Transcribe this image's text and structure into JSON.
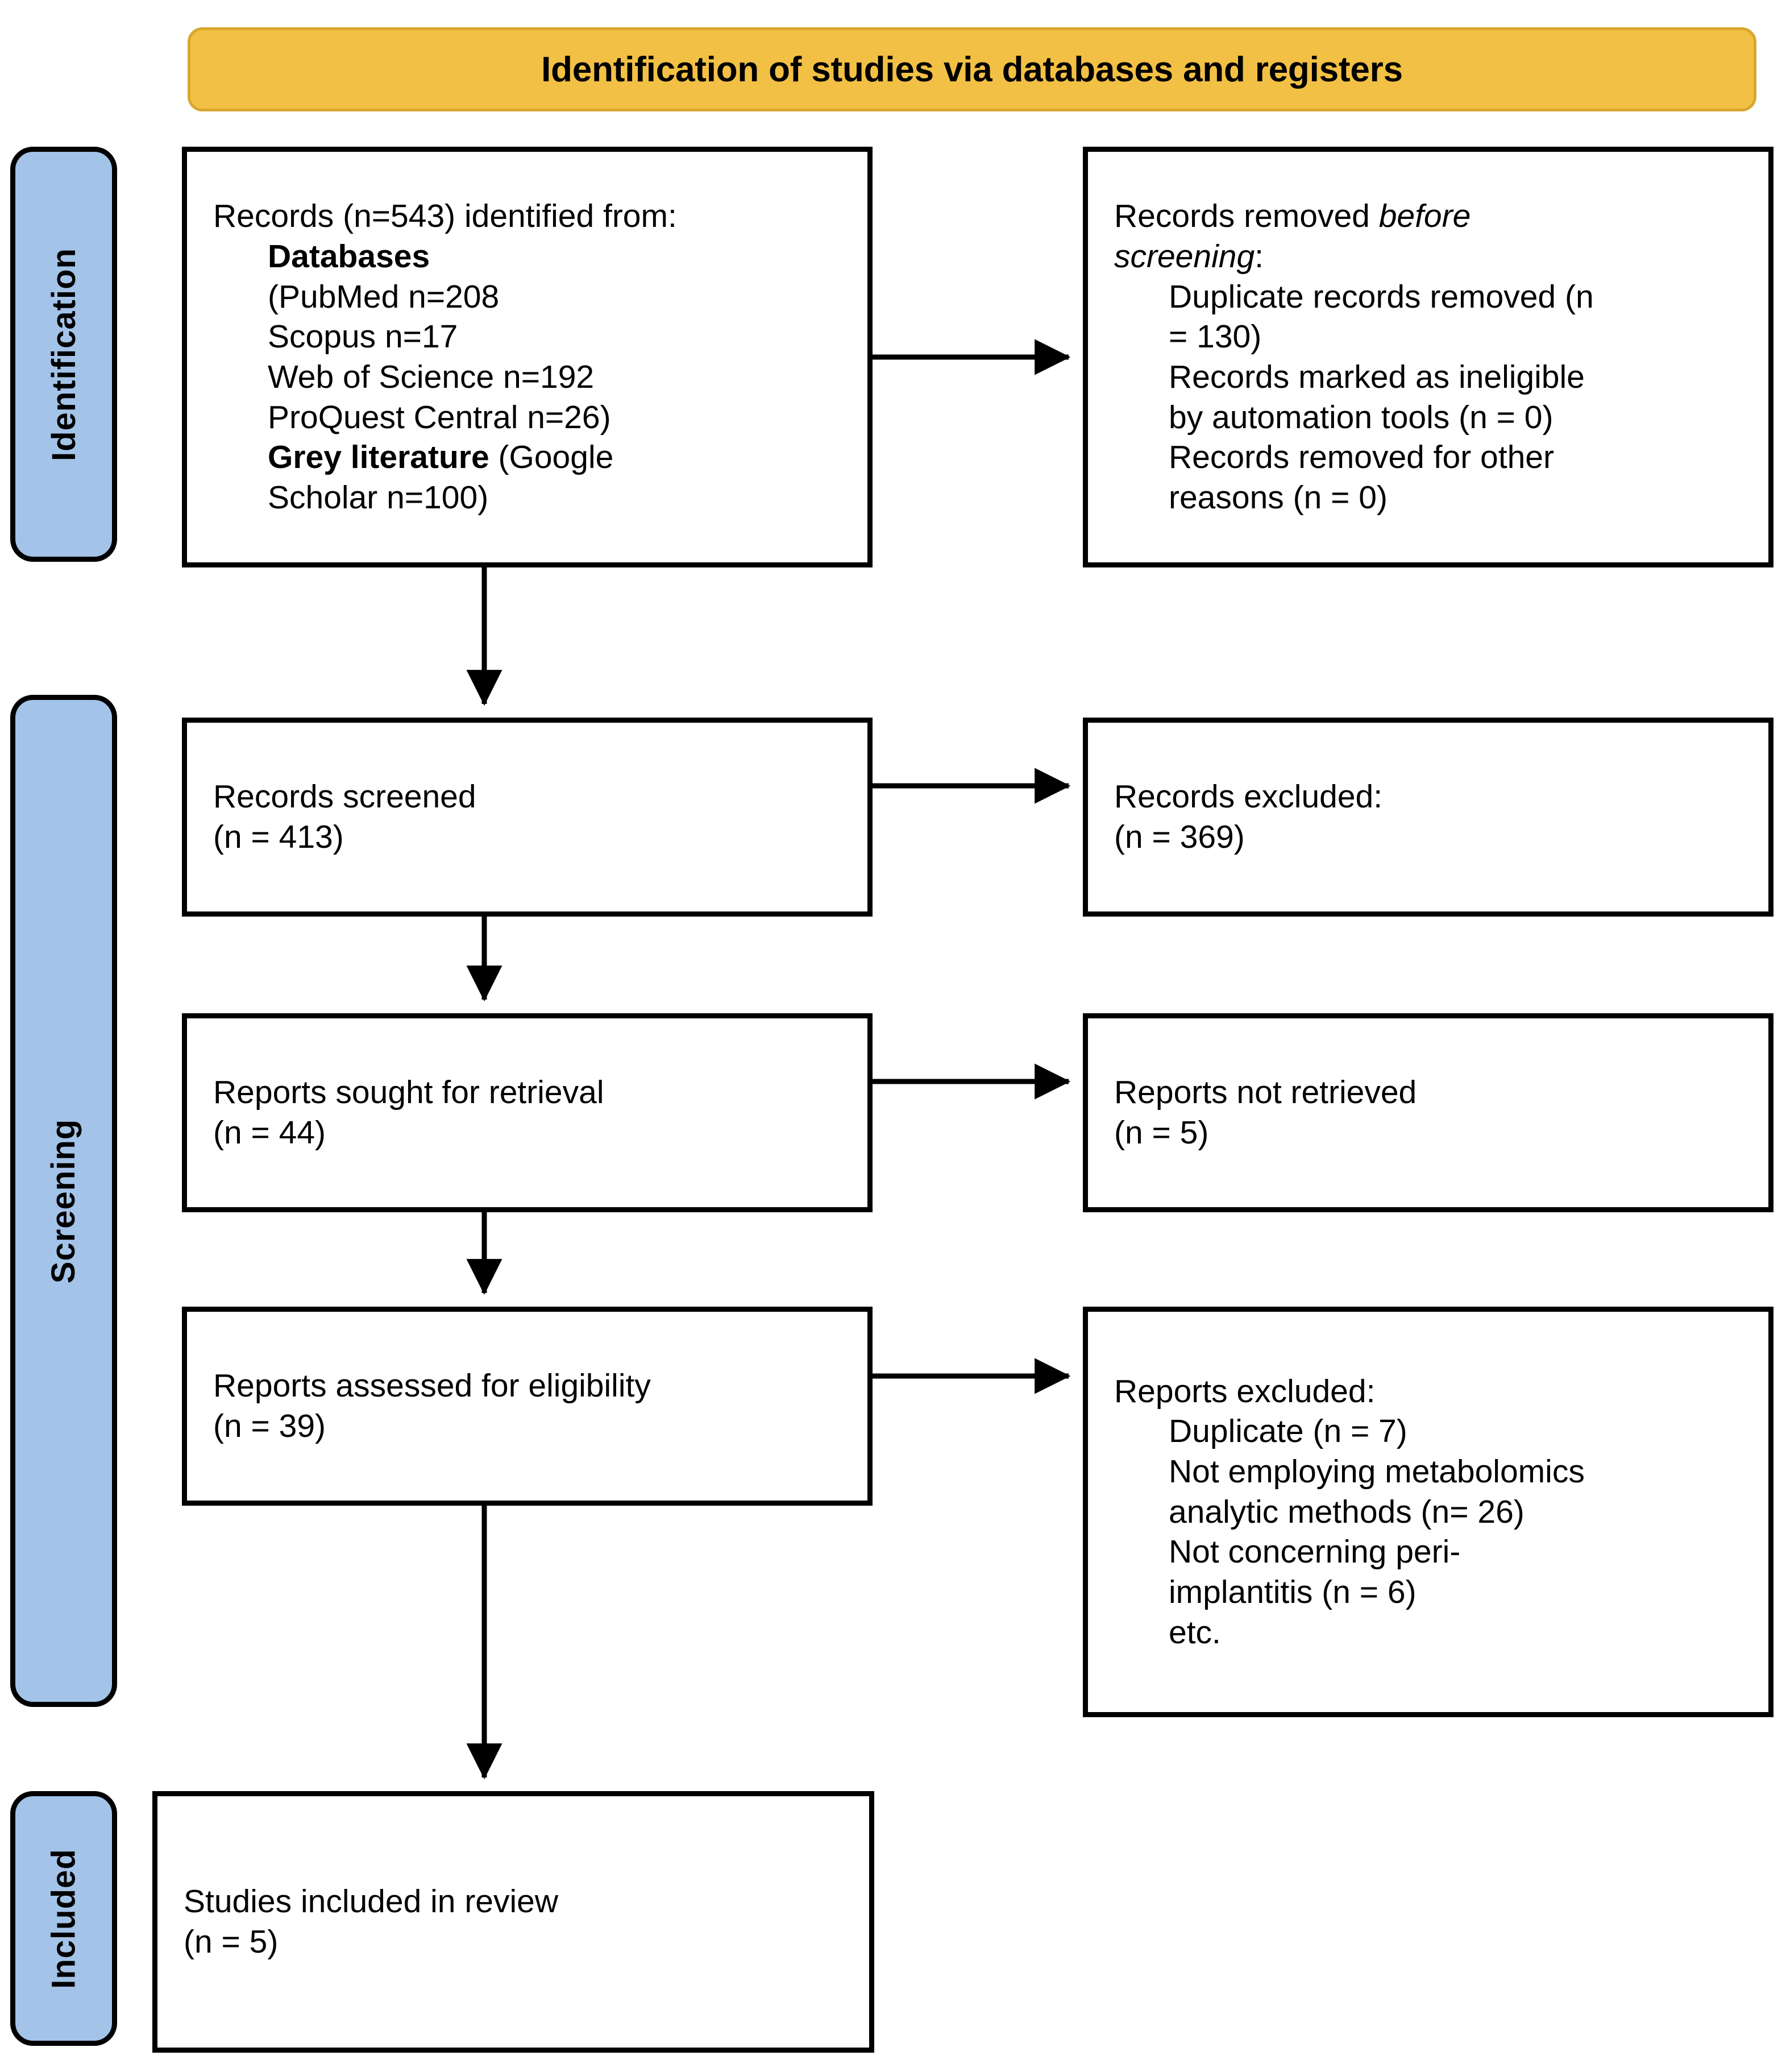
{
  "header": {
    "title": "Identification of studies via databases and registers",
    "bg_color": "#F2C044",
    "border_color": "#D9A72E"
  },
  "stages": {
    "accent_color": "#A3C3E8",
    "identification": "Identification",
    "screening": "Screening",
    "included": "Included"
  },
  "boxes": {
    "identified": {
      "l1": "Records (n=543) identified from:",
      "l2": "Databases",
      "l3": "(PubMed n=208",
      "l4": "Scopus n=17",
      "l5": "Web of Science n=192",
      "l6": "ProQuest Central n=26)",
      "l7_bold": "Grey literature",
      "l7_rest": " (Google",
      "l8": "Scholar n=100)"
    },
    "removed_before": {
      "l1_plain": "Records removed ",
      "l1_italic": "before",
      "l2_italic": "screening",
      "l2_plain": ":",
      "l3": "Duplicate records removed (n",
      "l4": "= 130)",
      "l5": "Records marked as ineligible",
      "l6": "by automation tools (n = 0)",
      "l7": "Records removed for other",
      "l8": "reasons (n = 0)"
    },
    "records_screened": {
      "l1": "Records screened",
      "l2": "(n = 413)"
    },
    "records_excluded": {
      "l1": "Records excluded:",
      "l2": "(n = 369)"
    },
    "reports_sought": {
      "l1": "Reports sought for retrieval",
      "l2": "(n = 44)"
    },
    "reports_not_retrieved": {
      "l1": "Reports not retrieved",
      "l2": "(n = 5)"
    },
    "reports_assessed": {
      "l1": "Reports assessed for eligibility",
      "l2": "(n = 39)"
    },
    "reports_excluded": {
      "l1": "Reports excluded:",
      "l2": "Duplicate (n = 7)",
      "l3": "Not employing metabolomics",
      "l4": "analytic methods (n= 26)",
      "l5": "Not concerning peri-",
      "l6": "implantitis (n = 6)",
      "l7": "etc."
    },
    "studies_included": {
      "l1": "Studies included in review",
      "l2": "(n = 5)"
    }
  },
  "flow_data": {
    "type": "prisma-flow",
    "records_identified_total": 543,
    "sources": {
      "PubMed": 208,
      "Scopus": 17,
      "Web of Science": 192,
      "ProQuest Central": 26,
      "Google Scholar": 100
    },
    "duplicate_records_removed": 130,
    "records_marked_ineligible_by_automation": 0,
    "records_removed_other_reasons": 0,
    "records_screened": 413,
    "records_excluded": 369,
    "reports_sought_for_retrieval": 44,
    "reports_not_retrieved": 5,
    "reports_assessed_for_eligibility": 39,
    "reports_excluded_duplicate": 7,
    "reports_excluded_not_metabolomics": 26,
    "reports_excluded_not_periimplantitis": 6,
    "studies_included_in_review": 5
  }
}
